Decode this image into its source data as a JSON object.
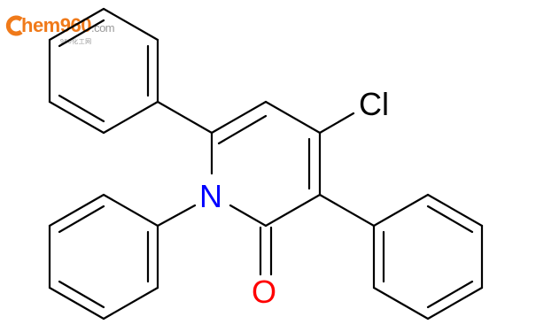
{
  "logo": {
    "text": "hem960",
    "suffix": ".com",
    "subtitle": "960化工网",
    "color": "#f07a1a"
  },
  "molecule": {
    "atoms": {
      "chlorine": "Cl",
      "nitrogen": "N",
      "oxygen": "O"
    },
    "bond_color": "#000000",
    "heteroatom_color": "#0000ff",
    "oxygen_color": "#ff0000"
  }
}
